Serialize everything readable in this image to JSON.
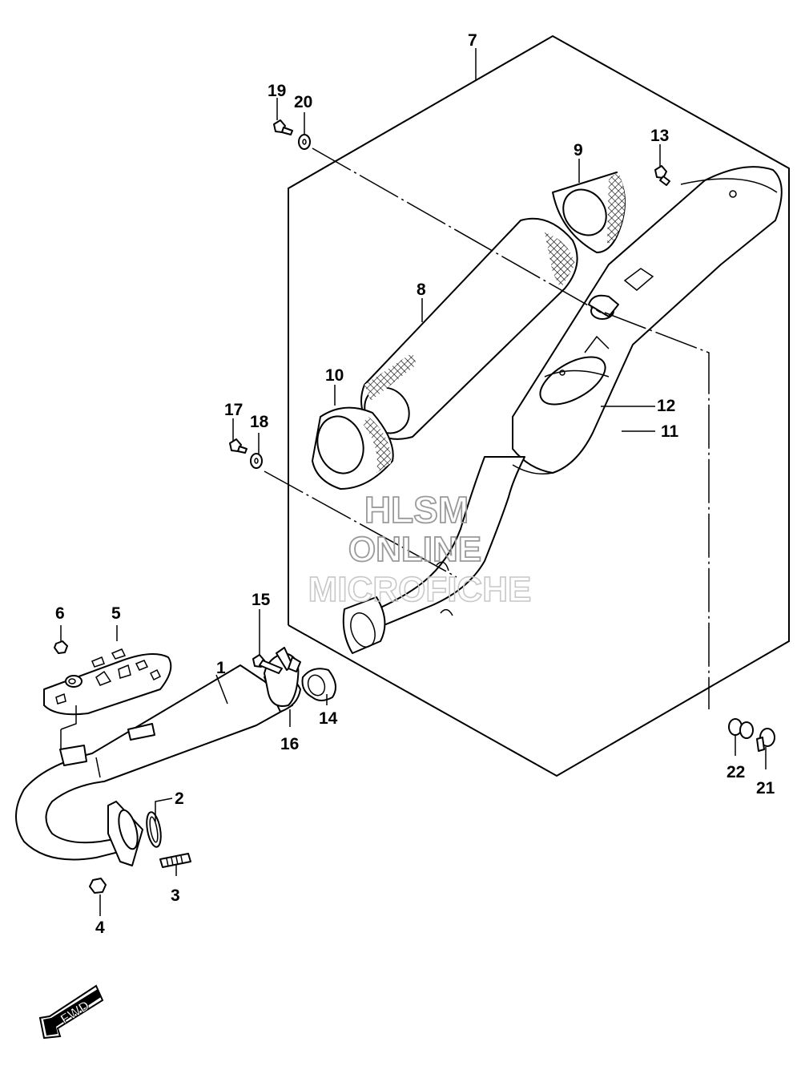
{
  "watermark": {
    "line1": "HLSM",
    "line2": "ONLINE",
    "line3": "MICROFICHE"
  },
  "direction_label": "FWD",
  "callouts": [
    "1",
    "2",
    "3",
    "4",
    "5",
    "6",
    "7",
    "8",
    "9",
    "10",
    "11",
    "12",
    "13",
    "14",
    "15",
    "16",
    "17",
    "18",
    "19",
    "20",
    "21",
    "22"
  ]
}
